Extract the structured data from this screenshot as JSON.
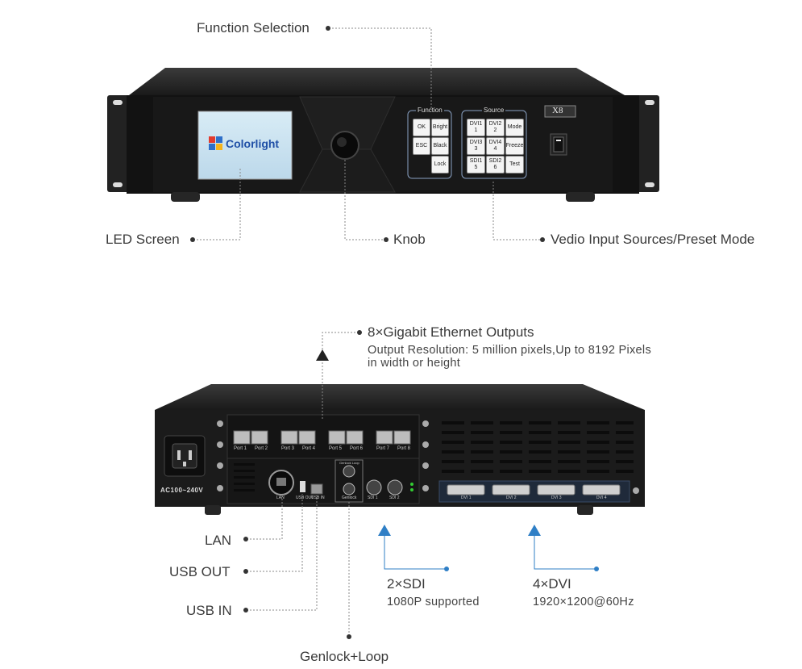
{
  "front": {
    "labels": {
      "function_selection": "Function Selection",
      "led_screen": "LED Screen",
      "knob": "Knob",
      "video_sources": "Vedio Input Sources/Preset Mode"
    },
    "brand": "Colorlight",
    "model": "X8",
    "function_group_title": "Function",
    "function_keys": [
      "OK",
      "Bright",
      "ESC",
      "Black",
      "Lock"
    ],
    "source_group_title": "Source",
    "source_keys": [
      "DVI1\n1",
      "DVI2\n2",
      "Mode",
      "DVI3\n3",
      "DVI4\n4",
      "Freeze",
      "SDI1\n5",
      "SDI2\n6",
      "Test"
    ]
  },
  "rear": {
    "ethernet": {
      "title": "8×Gigabit Ethernet Outputs",
      "desc_line1": "Output Resolution: 5 million pixels,Up to 8192 Pixels",
      "desc_line2": "in width or height"
    },
    "port_labels": [
      "Port 1",
      "Port 2",
      "Port 3",
      "Port 4",
      "Port 5",
      "Port 6",
      "Port 7",
      "Port 8"
    ],
    "power_label": "AC100~240V",
    "lan_small": "LAN",
    "usb_out_small": "USB OUT",
    "usb_in_small": "USB IN",
    "genlock_small": "Genlock",
    "genlock_loop_small": "Genlock Loop",
    "sdi_small": [
      "SDI 1",
      "SDI 2"
    ],
    "dvi_small": [
      "DVI 1",
      "DVI 2",
      "DVI 3",
      "DVI 4"
    ],
    "labels": {
      "lan": "LAN",
      "usb_out": "USB OUT",
      "usb_in": "USB IN",
      "genlock": "Genlock+Loop",
      "sdi_title": "2×SDI",
      "sdi_desc": "1080P supported",
      "dvi_title": "4×DVI",
      "dvi_desc": "1920×1200@60Hz"
    }
  },
  "colors": {
    "accent_blue": "#2f7fc6",
    "device_body": "#1c1c1c"
  }
}
